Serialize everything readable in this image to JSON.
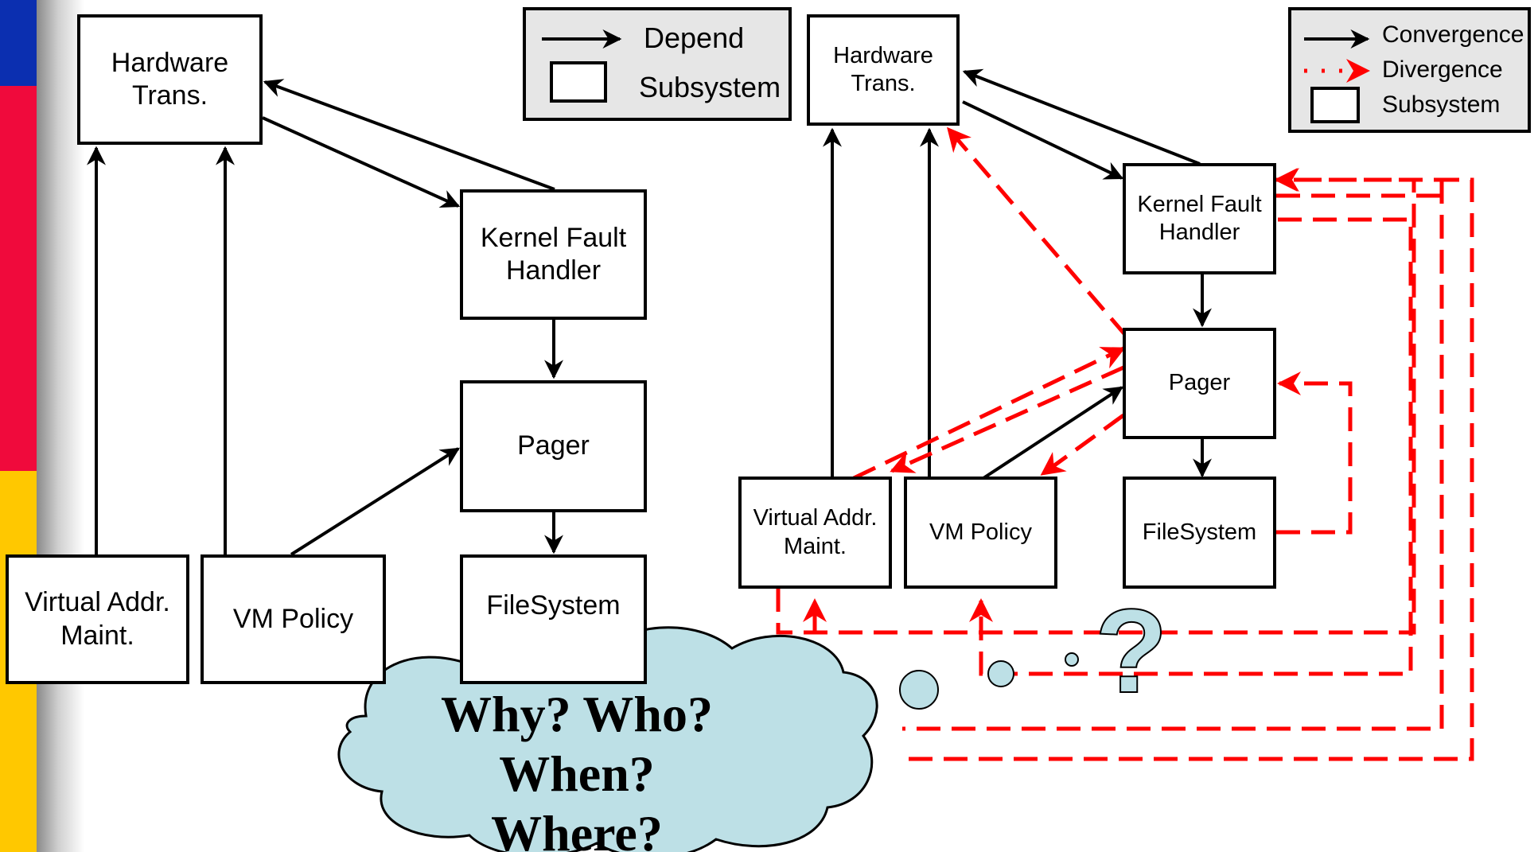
{
  "colors": {
    "stripe_blue": "#0b2fb0",
    "stripe_red": "#f00a3c",
    "stripe_yellow": "#ffc800",
    "divergence_red": "#ff0000",
    "cloud_fill": "#bde0e6",
    "legend_bg": "#e6e6e6"
  },
  "left_diagram": {
    "hardware": "Hardware\nTrans.",
    "kernel": "Kernel Fault\nHandler",
    "pager": "Pager",
    "vam": "Virtual Addr.\nMaint.",
    "vmpolicy": "VM Policy",
    "filesystem": "FileSystem"
  },
  "right_diagram": {
    "hardware": "Hardware\nTrans.",
    "kernel": "Kernel Fault\nHandler",
    "pager": "Pager",
    "vam": "Virtual Addr.\nMaint.",
    "vmpolicy": "VM Policy",
    "filesystem": "FileSystem"
  },
  "legend_left": {
    "depend": "Depend",
    "subsystem": "Subsystem"
  },
  "legend_right": {
    "convergence": "Convergence",
    "divergence": "Divergence",
    "subsystem": "Subsystem"
  },
  "cloud": {
    "line1": "Why? Who?",
    "line2": "When?",
    "line3": "Where?"
  },
  "question_mark": "?"
}
